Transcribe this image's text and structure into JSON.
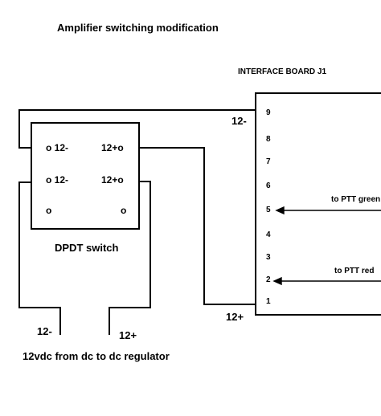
{
  "title": "Amplifier switching modification",
  "interface_board": {
    "title": "INTERFACE BOARD J1",
    "pins": [
      "9",
      "8",
      "7",
      "6",
      "5",
      "4",
      "3",
      "2",
      "1"
    ]
  },
  "switch": {
    "name": "DPDT switch",
    "terminals": {
      "top_left": "o 12-",
      "top_right": "12+o",
      "mid_left": "o 12-",
      "mid_right": "12+o",
      "bottom_left": "o",
      "bottom_right": "o"
    }
  },
  "wire_labels": {
    "board_minus": "12-",
    "board_plus": "12+",
    "supply_minus": "12-",
    "supply_plus": "12+"
  },
  "supply_label": "12vdc from dc to dc regulator",
  "notes": {
    "ptt_green": "to PTT green",
    "ptt_red": "to PTT red"
  }
}
